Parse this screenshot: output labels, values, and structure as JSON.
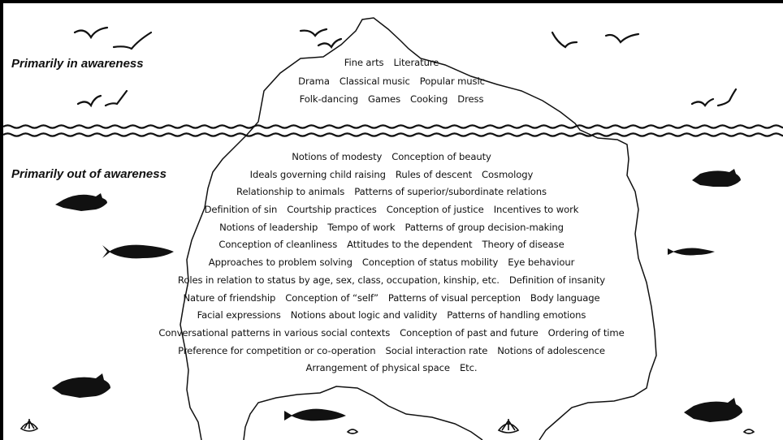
{
  "labels": {
    "above": "Primarily in awareness",
    "below": "Primarily out of awareness"
  },
  "above_items": [
    [
      "Fine arts",
      "Literature"
    ],
    [
      "Drama",
      "Classical music",
      "Popular music"
    ],
    [
      "Folk-dancing",
      "Games",
      "Cooking",
      "Dress"
    ]
  ],
  "below_items": [
    [
      "Notions of modesty",
      "Conception of beauty"
    ],
    [
      "Ideals governing child raising",
      "Rules of descent",
      "Cosmology"
    ],
    [
      "Relationship to animals",
      "Patterns of superior/subordinate relations"
    ],
    [
      "Definition of sin",
      "Courtship practices",
      "Conception of justice",
      "Incentives to work"
    ],
    [
      "Notions of leadership",
      "Tempo of work",
      "Patterns of group decision-making"
    ],
    [
      "Conception of cleanliness",
      "Attitudes to the dependent",
      "Theory of disease"
    ],
    [
      "Approaches to problem solving",
      "Conception of status mobility",
      "Eye behaviour"
    ],
    [
      "Roles in relation to status by age, sex, class, occupation, kinship, etc.",
      "Definition of insanity"
    ],
    [
      "Nature of friendship",
      "Conception of “self”",
      "Patterns of visual perception",
      "Body language"
    ],
    [
      "Facial expressions",
      "Notions about logic and validity",
      "Patterns of handling emotions"
    ],
    [
      "Conversational patterns in various social contexts",
      "Conception of past and future",
      "Ordering of time"
    ],
    [
      "Preference for competition or co-operation",
      "Social interaction rate",
      "Notions of adolescence"
    ],
    [
      "Arrangement of physical space",
      "Etc."
    ]
  ],
  "icons": {
    "birds": "bird-icon",
    "fish": "fish-icon",
    "shells": "shell-icon",
    "waves": "wave-line"
  },
  "colors": {
    "ink": "#111111",
    "background": "#ffffff"
  }
}
